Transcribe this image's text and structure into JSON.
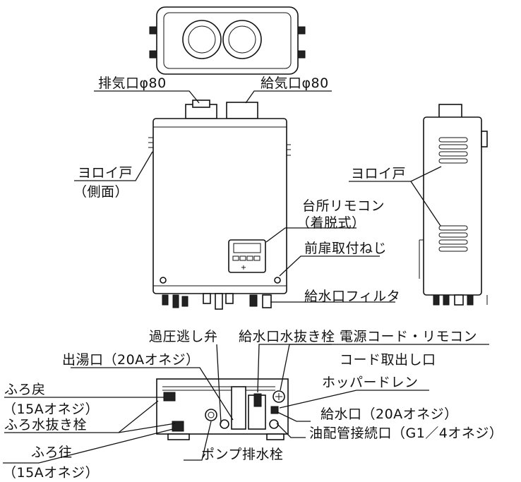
{
  "labels": {
    "exhaust": "排気口φ80",
    "intake": "給気口φ80",
    "louver_front": "ヨロイ戸",
    "louver_front_sub": "（側面）",
    "louver_side": "ヨロイ戸",
    "remote": "台所リモコン",
    "remote_sub": "（着脱式）",
    "front_screw": "前扉取付ねじ",
    "water_filter": "給水口フィルタ",
    "relief_valve": "過圧逃し弁",
    "water_drain_plug": "給水口水抜き栓",
    "power_cord": "電源コード・リモコン",
    "power_cord_sub": "コード取出し口",
    "hot_water_outlet": "出湯口（20Aオネジ）",
    "hopper_drain": "ホッパードレン",
    "bath_return": "ふろ戻",
    "bath_return_sub": "（15Aオネジ）",
    "water_inlet": "給水口（20Aオネジ）",
    "bath_drain_plug": "ふろ水抜き栓",
    "oil_pipe": "油配管接続口（G1／4オネジ）",
    "bath_supply": "ふろ往",
    "bath_supply_sub": "（15Aオネジ）",
    "pump_drain": "ポンプ排水栓"
  }
}
